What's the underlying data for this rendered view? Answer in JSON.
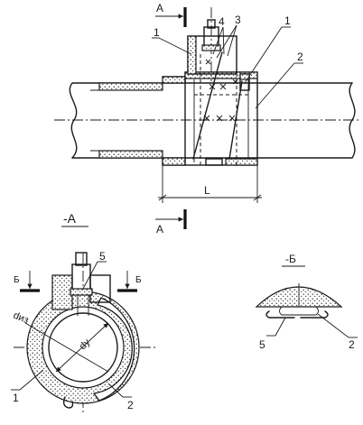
{
  "section_a": {
    "mark": "А",
    "view_title": "-А"
  },
  "section_b": {
    "mark": "Б",
    "view_title": "-Б"
  },
  "callouts": {
    "c1": "1",
    "c2": "2",
    "c3": "3",
    "c4": "4",
    "c5": "5"
  },
  "dimensions": {
    "length": "L",
    "outer_diameter": "dиз",
    "inner_diameter": "dу"
  }
}
